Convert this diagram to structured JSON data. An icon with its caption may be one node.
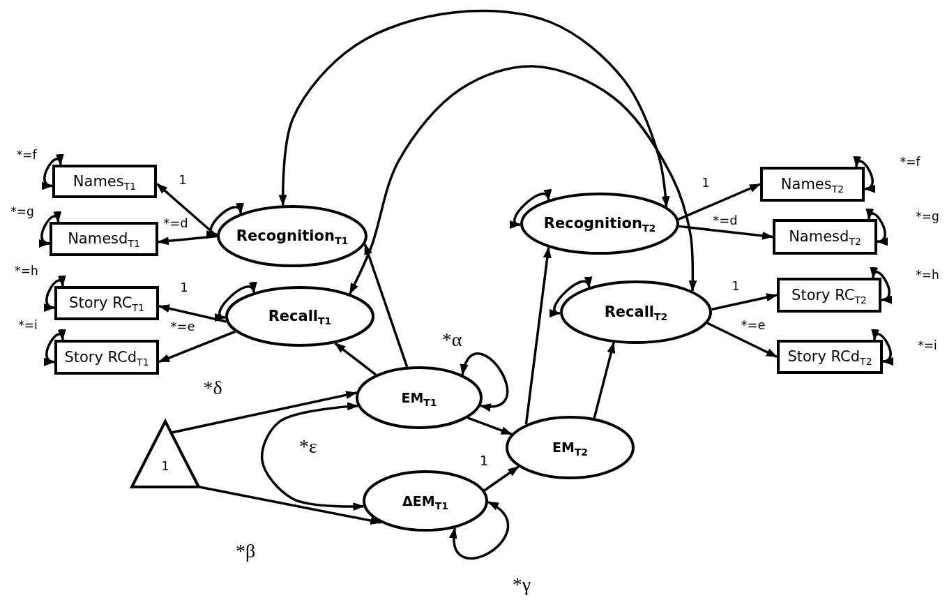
{
  "diagram": {
    "nodes": [
      {
        "text": [
          "Names$_{T1}$"
        ]
      },
      {
        "text": [
          "Namesd$_{T1}$"
        ]
      },
      {
        "text": [
          "Story RC$_{T1}$"
        ]
      },
      {
        "text": [
          "Story RCd$_{T1}$"
        ]
      },
      {
        "text": [
          "Recognition$_{T1}$"
        ]
      },
      {
        "text": [
          "Recall$_{T1}$"
        ]
      },
      {
        "text": [
          "EM$_{T1}$"
        ]
      },
      {
        "text": [
          "1"
        ]
      },
      {
        "text": [
          "ΔEM$_{T1}$"
        ]
      },
      {
        "text": [
          "EM$_{T2}$"
        ]
      },
      {
        "text": [
          "Recognition$_{T2}$"
        ]
      },
      {
        "text": [
          "Recall$_{T2}$"
        ]
      },
      {
        "text": [
          "Names$_{T2}$"
        ]
      },
      {
        "text": [
          "Namesd$_{T2}$"
        ]
      },
      {
        "text": [
          "Story RC$_{T2}$"
        ]
      },
      {
        "text": [
          "Story RCd$_{T2}$"
        ]
      }
    ],
    "edges": [
      {
        "from": 4,
        "to": 0,
        "arrow": "to",
        "label": "1"
      },
      {
        "from": 4,
        "to": 1,
        "arrow": "to",
        "label": "*=d"
      },
      {
        "from": 5,
        "to": 2,
        "arrow": "to",
        "label": "1"
      },
      {
        "from": 5,
        "to": 3,
        "arrow": "to",
        "label": "*=e"
      },
      {
        "from": 10,
        "to": 12,
        "arrow": "to",
        "label": "1"
      },
      {
        "from": 10,
        "to": 13,
        "arrow": "to",
        "label": "*=d"
      },
      {
        "from": 11,
        "to": 14,
        "arrow": "to",
        "label": "1"
      },
      {
        "from": 11,
        "to": 15,
        "arrow": "to",
        "label": "*=e"
      },
      {
        "from": 4,
        "to": 10,
        "arrow": "both"
      },
      {
        "from": 5,
        "to": 11,
        "arrow": "both"
      },
      {
        "from": 6,
        "to": 4,
        "arrow": "to"
      },
      {
        "from": 6,
        "to": 5,
        "arrow": "to"
      },
      {
        "from": 9,
        "to": 10,
        "arrow": "to"
      },
      {
        "from": 9,
        "to": 11,
        "arrow": "to"
      },
      {
        "from": 6,
        "to": 9,
        "arrow": "to",
        "label": "1"
      },
      {
        "from": 8,
        "to": 9,
        "arrow": "to"
      },
      {
        "from": 7,
        "to": 6,
        "arrow": "to",
        "label": "*δ"
      },
      {
        "from": 7,
        "to": 8,
        "arrow": "to",
        "label": "*β"
      },
      {
        "from": 6,
        "to": 8,
        "arrow": "both",
        "label": "*ε"
      },
      {
        "from": 0,
        "to": 0,
        "arrow": "both",
        "label": "*=f"
      },
      {
        "from": 1,
        "to": 1,
        "arrow": "both",
        "label": "*=g"
      },
      {
        "from": 2,
        "to": 2,
        "arrow": "both",
        "label": "*=h"
      },
      {
        "from": 3,
        "to": 3,
        "arrow": "both",
        "label": "*=i"
      },
      {
        "from": 12,
        "to": 12,
        "arrow": "both",
        "label": "*=f"
      },
      {
        "from": 13,
        "to": 13,
        "arrow": "both",
        "label": "*=g"
      },
      {
        "from": 14,
        "to": 14,
        "arrow": "both",
        "label": "*=h"
      },
      {
        "from": 15,
        "to": 15,
        "arrow": "both",
        "label": "*=i"
      },
      {
        "from": 4,
        "to": 4,
        "arrow": "both"
      },
      {
        "from": 5,
        "to": 5,
        "arrow": "both"
      },
      {
        "from": 10,
        "to": 10,
        "arrow": "both"
      },
      {
        "from": 11,
        "to": 11,
        "arrow": "both"
      },
      {
        "from": 6,
        "to": 6,
        "arrow": "both",
        "label": "*α"
      },
      {
        "from": 8,
        "to": 8,
        "arrow": "both",
        "label": "*γ"
      }
    ]
  }
}
